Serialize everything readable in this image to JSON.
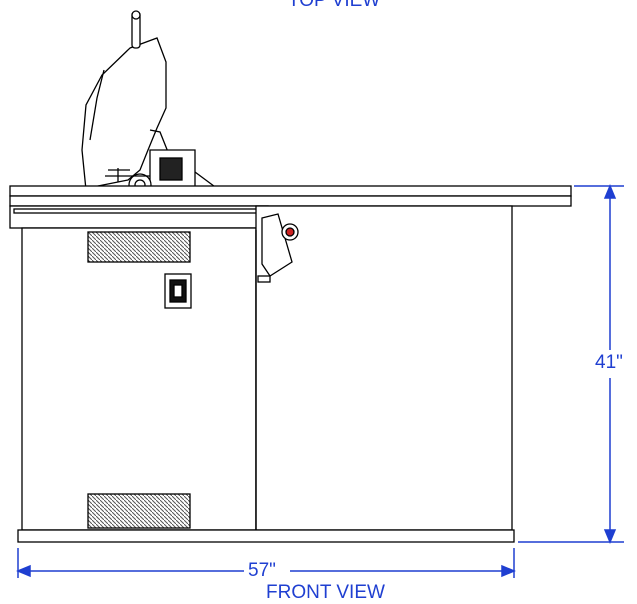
{
  "labels": {
    "top_view": "TOP VIEW",
    "front_view": "FRONT VIEW",
    "height": "41\"",
    "width": "57\""
  },
  "colors": {
    "outline": "#000000",
    "dimension": "#1f3fd1",
    "switch_accent": "#cc2222"
  }
}
